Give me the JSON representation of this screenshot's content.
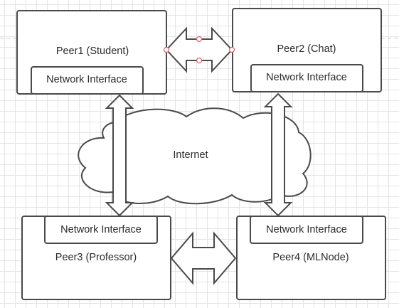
{
  "diagram": {
    "cloud_label": "Internet",
    "peers": [
      {
        "id": "peer1",
        "name": "Peer1 (Student)",
        "interface": "Network Interface"
      },
      {
        "id": "peer2",
        "name": "Peer2 (Chat)",
        "interface": "Network Interface"
      },
      {
        "id": "peer3",
        "name": "Peer3 (Professor)",
        "interface": "Network Interface"
      },
      {
        "id": "peer4",
        "name": "Peer4 (MLNode)",
        "interface": "Network Interface"
      }
    ],
    "connections": [
      {
        "from": "Peer1 (Student)",
        "to": "Peer2 (Chat)",
        "style": "bidirectional",
        "selected": true
      },
      {
        "from": "Peer3 (Professor)",
        "to": "Peer4 (MLNode)",
        "style": "bidirectional"
      },
      {
        "from": "Peer1 (Student)",
        "to": "Peer3 (Professor)",
        "style": "bidirectional",
        "via": "Internet"
      },
      {
        "from": "Peer2 (Chat)",
        "to": "Peer4 (MLNode)",
        "style": "bidirectional",
        "via": "Internet"
      }
    ]
  }
}
